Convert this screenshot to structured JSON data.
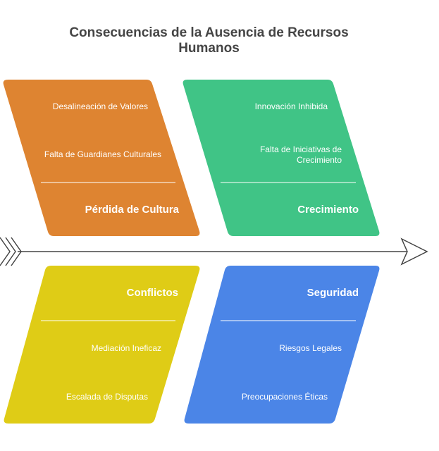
{
  "title": {
    "line1": "Consecuencias de la Ausencia de Recursos",
    "line2": "Humanos"
  },
  "branches": [
    {
      "category": "Pérdida de Cultura",
      "color": "#DE8431",
      "causes": [
        "Desalineación de Valores",
        "Falta de Guardianes Culturales"
      ]
    },
    {
      "category": "Crecimiento",
      "color": "#40C486",
      "causes": [
        "Innovación Inhibida",
        "Falta de Iniciativas de Crecimiento"
      ]
    },
    {
      "category": "Conflictos",
      "color": "#DFCC16",
      "causes": [
        "Mediación Ineficaz",
        "Escalada de Disputas"
      ]
    },
    {
      "category": "Seguridad",
      "color": "#4B85E7",
      "causes": [
        "Riesgos Legales",
        "Preocupaciones Éticas"
      ]
    }
  ]
}
